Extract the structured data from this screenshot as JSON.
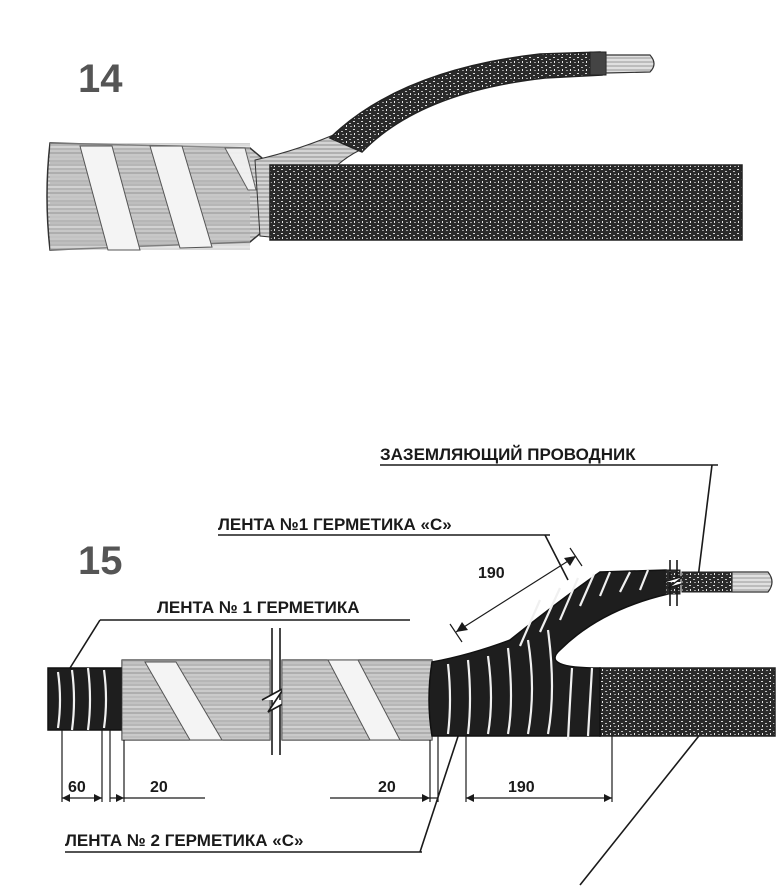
{
  "figures": {
    "fig14": {
      "number": "14"
    },
    "fig15": {
      "number": "15",
      "labels": {
        "ground_conductor": "ЗАЗЕМЛЯЮЩИЙ ПРОВОДНИК",
        "tape1_sealant_c": "ЛЕНТА №1 ГЕРМЕТИКА «С»",
        "tape1_sealant": "ЛЕНТА № 1 ГЕРМЕТИКА",
        "tape2_sealant_c": "ЛЕНТА № 2 ГЕРМЕТИКА «С»"
      },
      "dimensions": {
        "branch_length": "190",
        "d_left_60": "60",
        "d_left_20": "20",
        "d_mid_20": "20",
        "d_right_190": "190"
      }
    }
  },
  "colors": {
    "ink": "#1a1a1a",
    "tape_dark": "#1e1e1e",
    "screen_grey": "#8a8a8a",
    "insulation": "#d0d0d0",
    "tape_white": "#f4f4f4"
  }
}
